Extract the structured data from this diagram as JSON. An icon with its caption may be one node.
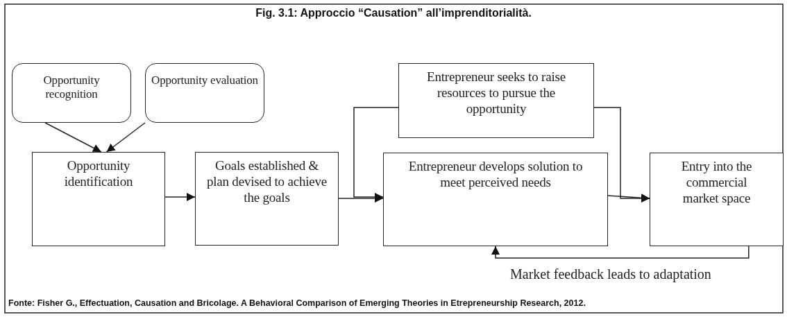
{
  "diagram": {
    "title": "Fig. 3.1: Approccio “Causation” all’imprenditorialità.",
    "caption": "Fonte: Fisher G., Effectuation, Causation and Bricolage. A Behavioral Comparison of Emerging Theories in Etrepreneurship Research, 2012.",
    "nodes": [
      {
        "text": [
          "Opportunity recognition"
        ]
      },
      {
        "text": [
          "Opportunity evaluation"
        ]
      },
      {
        "text": [
          "Opportunity identification"
        ]
      },
      {
        "text": [
          "Goals established & plan devised to achieve the goals"
        ]
      },
      {
        "text": [
          "Entrepreneur seeks to raise resources to pursue the opportunity"
        ]
      },
      {
        "text": [
          "Entrepreneur develops solution to meet perceived needs"
        ]
      },
      {
        "text": [
          "Entry into the commercial market space"
        ]
      }
    ],
    "edges": [
      {
        "from": 0,
        "to": 2,
        "arrow": "to"
      },
      {
        "from": 1,
        "to": 2,
        "arrow": "to"
      },
      {
        "from": 2,
        "to": 3,
        "arrow": "to"
      },
      {
        "from": 3,
        "to": 5,
        "arrow": "to"
      },
      {
        "from": 4,
        "to": 5,
        "arrow": "to"
      },
      {
        "from": 4,
        "to": 6,
        "arrow": "to"
      },
      {
        "from": 5,
        "to": 6,
        "arrow": "to"
      },
      {
        "from": 6,
        "to": 5,
        "arrow": "to",
        "label": "Market feedback leads to adaptation"
      }
    ]
  }
}
